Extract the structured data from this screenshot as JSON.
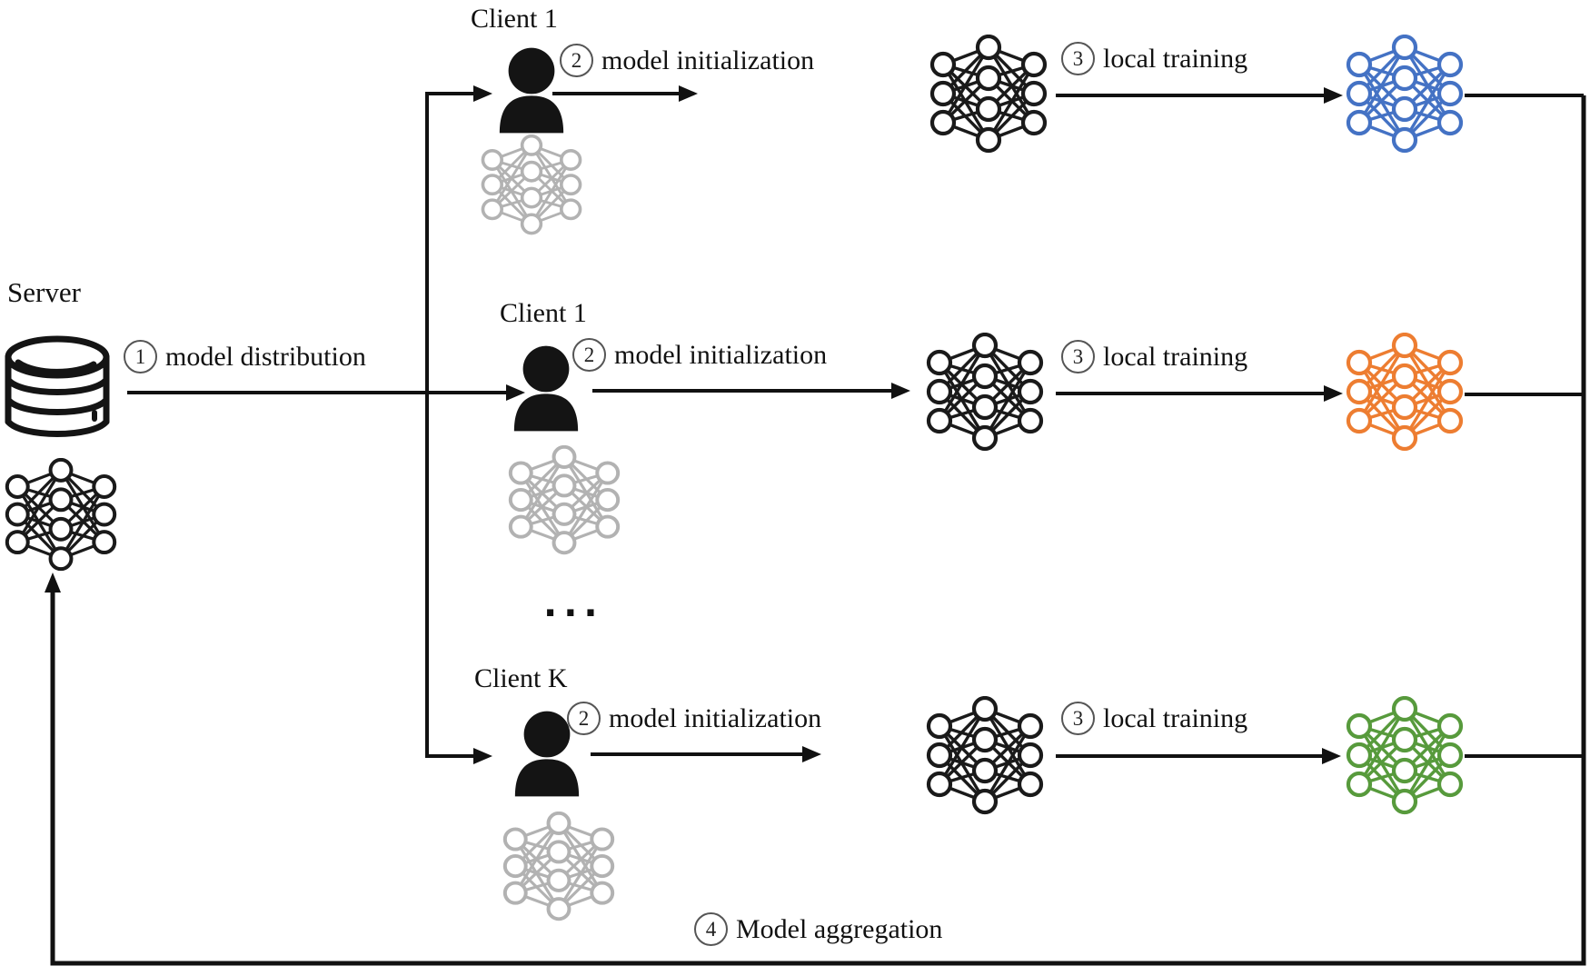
{
  "server": {
    "label": "Server"
  },
  "steps": {
    "distribution": {
      "num": "1",
      "label": "model distribution"
    },
    "initialization": {
      "num": "2",
      "label": "model initialization"
    },
    "training": {
      "num": "3",
      "label": "local training"
    },
    "aggregation": {
      "num": "4",
      "label": "Model aggregation"
    }
  },
  "clients": [
    {
      "name": "Client 1",
      "model_color": "#4472C4"
    },
    {
      "name": "Client 1",
      "model_color": "#ED7D31"
    },
    {
      "name": "Client K",
      "model_color": "#579A3C"
    }
  ],
  "ellipsis": "...",
  "colors": {
    "black_model": "#1a1a1a",
    "gray_model": "#b2b2b2",
    "line": "#111111"
  }
}
